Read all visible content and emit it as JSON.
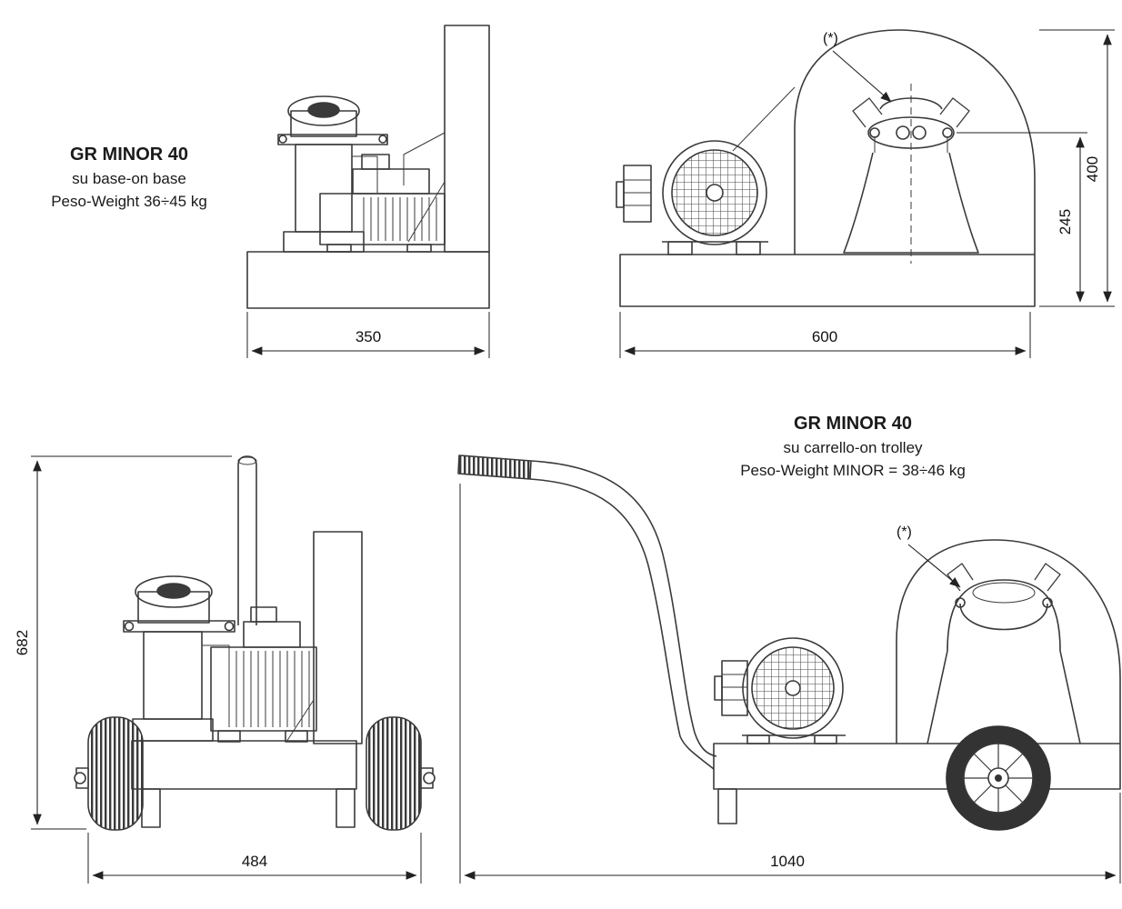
{
  "page": {
    "background": "#ffffff",
    "line_color": "#3a3a3a",
    "text_color": "#1a1a1a"
  },
  "views": {
    "base_side": {
      "title": "GR MINOR 40",
      "subtitle": "su base-on base",
      "weight": "Peso-Weight 36÷45 kg",
      "dim_width": "350"
    },
    "base_front": {
      "annotation": "(*)",
      "dim_width": "600",
      "dim_height": "400",
      "dim_port_height": "245"
    },
    "trolley_front": {
      "dim_height": "682",
      "dim_width": "484"
    },
    "trolley_side": {
      "title": "GR MINOR 40",
      "subtitle": "su carrello-on trolley",
      "weight": "Peso-Weight  MINOR = 38÷46 kg",
      "annotation": "(*)",
      "dim_width": "1040"
    }
  }
}
